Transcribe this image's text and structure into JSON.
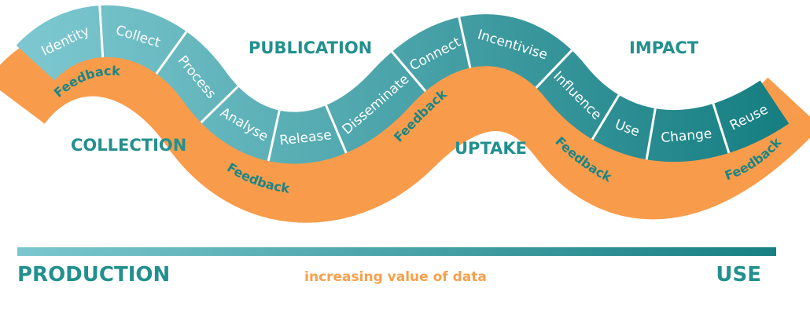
{
  "colors": {
    "feedback_band": "#f89c4b",
    "segment_start": "#7cc7cf",
    "segment_end": "#177f82",
    "segment_border": "#ffffff",
    "stage_text": "#22908e",
    "feedback_text": "#1b8585",
    "subtitle_text": "#f7a04c"
  },
  "segments": [
    "Identity",
    "Collect",
    "Process",
    "Analyse",
    "Release",
    "Disseminate",
    "Connect",
    "Incentivise",
    "Influence",
    "Use",
    "Change",
    "Reuse"
  ],
  "feedback_labels": [
    "Feedback",
    "Feedback",
    "Feedback",
    "Feedback",
    "Feedback"
  ],
  "stages": {
    "collection": "COLLECTION",
    "publication": "PUBLICATION",
    "uptake": "UPTAKE",
    "impact": "IMPACT"
  },
  "scale": {
    "left": "PRODUCTION",
    "right": "USE",
    "middle": "increasing value of data"
  }
}
